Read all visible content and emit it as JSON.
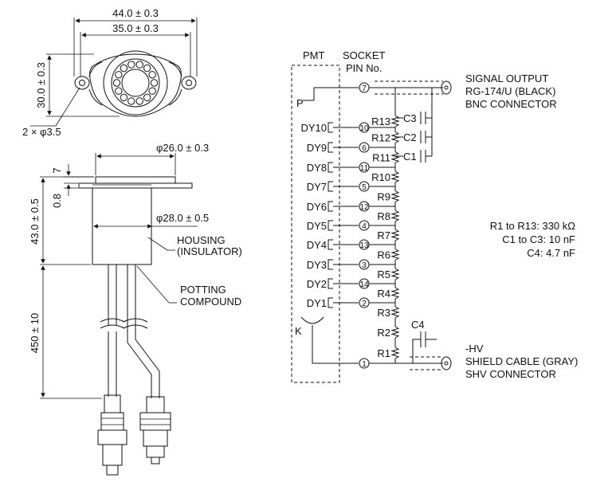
{
  "dimensions": {
    "width_outer": "44.0 ± 0.3",
    "width_inner": "35.0 ± 0.3",
    "height_flange": "30.0 ± 0.3",
    "holes": "2 × φ3.5",
    "dia_top": "φ26.0 ± 0.3",
    "dia_body": "φ28.0 ± 0.5",
    "flange_thk": "7",
    "step": "0.8",
    "body_len": "43.0 ± 0.5",
    "cable_len": "450 ± 10"
  },
  "mech_labels": {
    "housing_1": "HOUSING",
    "housing_2": "(INSULATOR)",
    "potting_1": "POTTING",
    "potting_2": "COMPOUND"
  },
  "schematic": {
    "pmt_label": "PMT",
    "socket_label_1": "SOCKET",
    "socket_label_2": "PIN No.",
    "anode_label": "P",
    "cathode_label": "K",
    "dynodes": [
      {
        "name": "DY10",
        "pin": "10"
      },
      {
        "name": "DY9",
        "pin": "6"
      },
      {
        "name": "DY8",
        "pin": "11"
      },
      {
        "name": "DY7",
        "pin": "5"
      },
      {
        "name": "DY6",
        "pin": "12"
      },
      {
        "name": "DY5",
        "pin": "4"
      },
      {
        "name": "DY4",
        "pin": "13"
      },
      {
        "name": "DY3",
        "pin": "3"
      },
      {
        "name": "DY2",
        "pin": "14"
      },
      {
        "name": "DY1",
        "pin": "2"
      }
    ],
    "anode_pin": "7",
    "cathode_pin": "1",
    "resistors": [
      "R13",
      "R12",
      "R11",
      "R10",
      "R9",
      "R8",
      "R7",
      "R6",
      "R5",
      "R4",
      "R3",
      "R2",
      "R1"
    ],
    "capacitors": [
      "C3",
      "C2",
      "C1",
      "C4"
    ]
  },
  "connections": {
    "signal_1": "SIGNAL OUTPUT",
    "signal_2": "RG-174/U (BLACK)",
    "signal_3": "BNC CONNECTOR",
    "hv_1": "-HV",
    "hv_2": "SHIELD CABLE (GRAY)",
    "hv_3": "SHV CONNECTOR"
  },
  "values": {
    "r_line": "R1 to R13: 330 kΩ",
    "c_line": "C1 to C3: 10 nF",
    "c4_line": "C4: 4.7 nF"
  }
}
